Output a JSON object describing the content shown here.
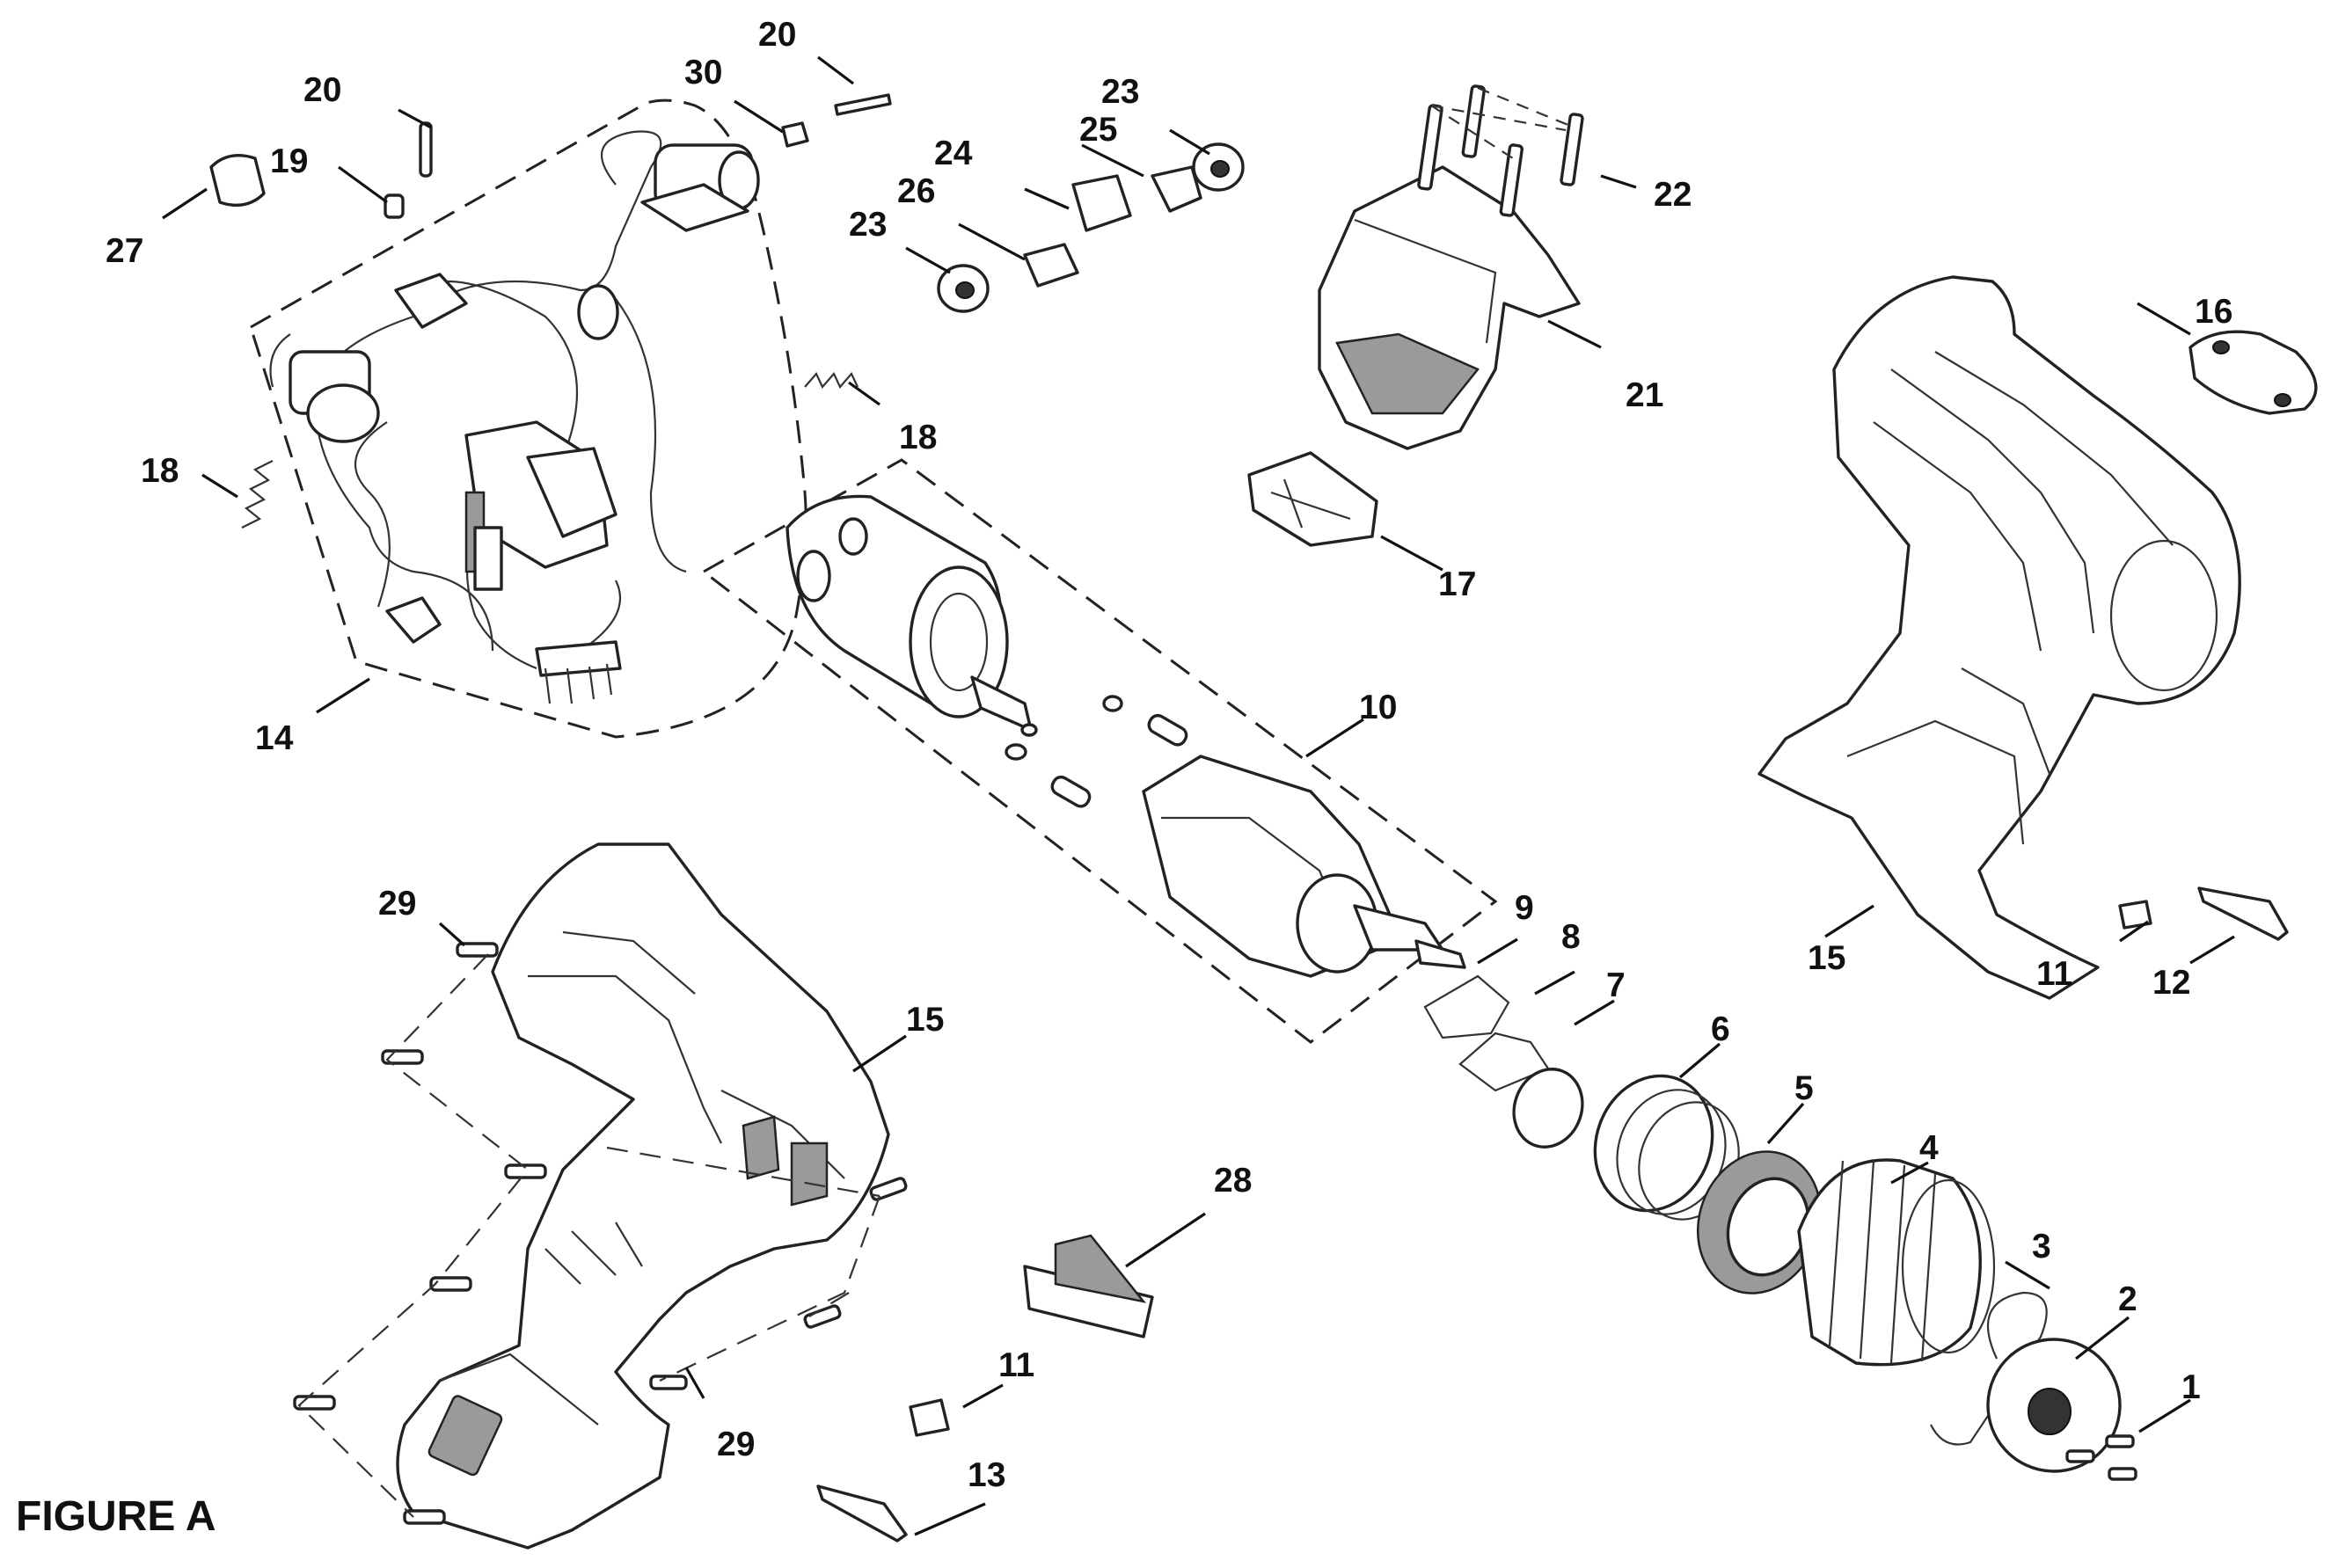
{
  "figure": {
    "caption": "FIGURE A",
    "callouts": [
      "1",
      "2",
      "3",
      "4",
      "5",
      "6",
      "7",
      "8",
      "9",
      "10",
      "11",
      "11",
      "12",
      "13",
      "14",
      "15",
      "15",
      "16",
      "17",
      "18",
      "18",
      "19",
      "20",
      "20",
      "21",
      "22",
      "23",
      "23",
      "24",
      "25",
      "26",
      "27",
      "28",
      "29",
      "29",
      "30"
    ]
  }
}
